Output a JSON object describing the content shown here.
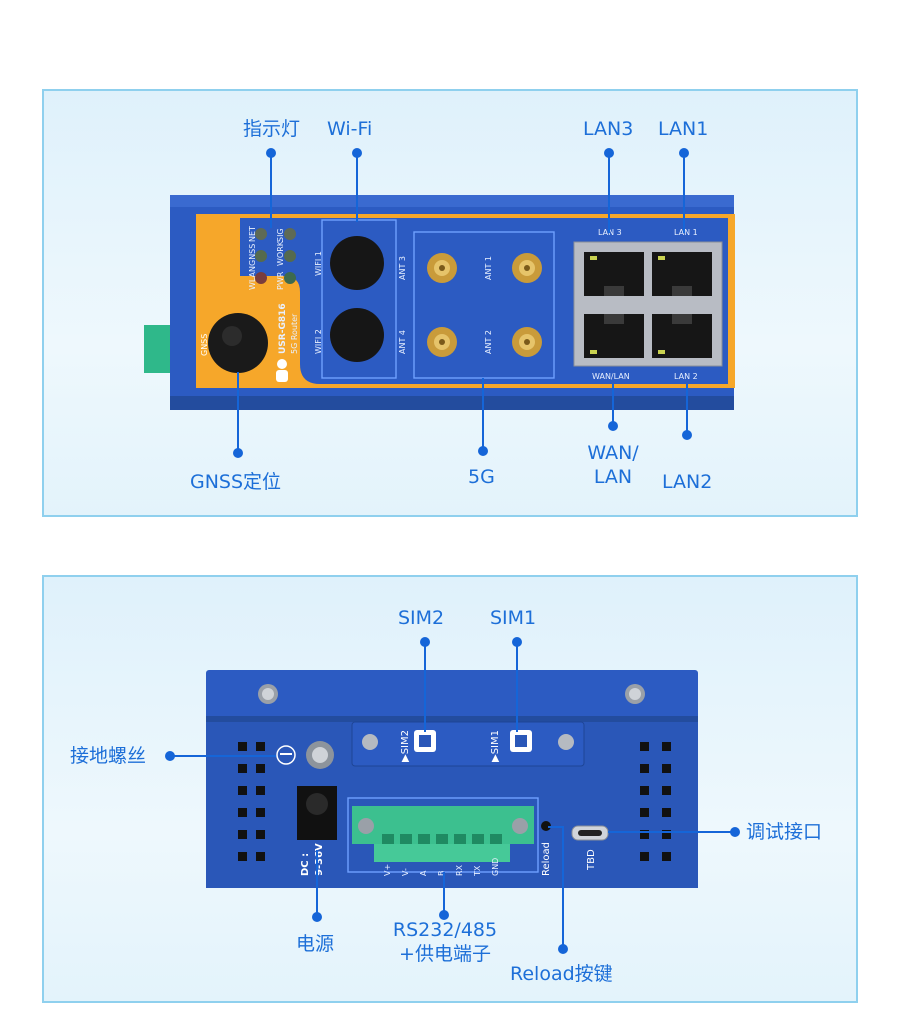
{
  "front_view": {
    "callouts": {
      "indicator": "指示灯",
      "wifi": "Wi-Fi",
      "lan3": "LAN3",
      "lan1": "LAN1",
      "gnss": "GNSS定位",
      "fiveg": "5G",
      "wan_lan_line1": "WAN/",
      "wan_lan_line2": "LAN",
      "lan2": "LAN2"
    },
    "device": {
      "led_labels": [
        "NET",
        "SIG",
        "GNSS",
        "WORK",
        "WLAN",
        "PWR"
      ],
      "wifi_labels": [
        "WIFI 1",
        "WIFI 2"
      ],
      "ant_labels": [
        "ANT 3",
        "ANT 1",
        "ANT 4",
        "ANT 2"
      ],
      "gnss_port_label": "GNSS",
      "brand_model": "USR-G816",
      "brand_sub": "5G Router",
      "port_labels": [
        "LAN 3",
        "LAN 1",
        "WAN/LAN",
        "LAN 2"
      ]
    }
  },
  "back_view": {
    "callouts": {
      "sim2": "SIM2",
      "sim1": "SIM1",
      "ground": "接地螺丝",
      "debug": "调试接口",
      "power": "电源",
      "terminal_line1": "RS232/485",
      "terminal_line2": "+供电端子",
      "reload": "Reload按键"
    },
    "device": {
      "sim2_label": "▶SIM2",
      "sim1_label": "▶SIM1",
      "dc_label_1": "DC :",
      "dc_label_2": "9-36V",
      "terminal_pins": [
        "V+",
        "V-",
        "A",
        "B",
        "RX",
        "TX",
        "GND"
      ],
      "reload_label": "Reload",
      "tbd_label": "TBD"
    }
  },
  "colors": {
    "callout_text": "#1d6fd8",
    "device_blue": "#2a57b8",
    "faceplate_orange": "#f5a623",
    "terminal_green": "#3cc08f"
  }
}
